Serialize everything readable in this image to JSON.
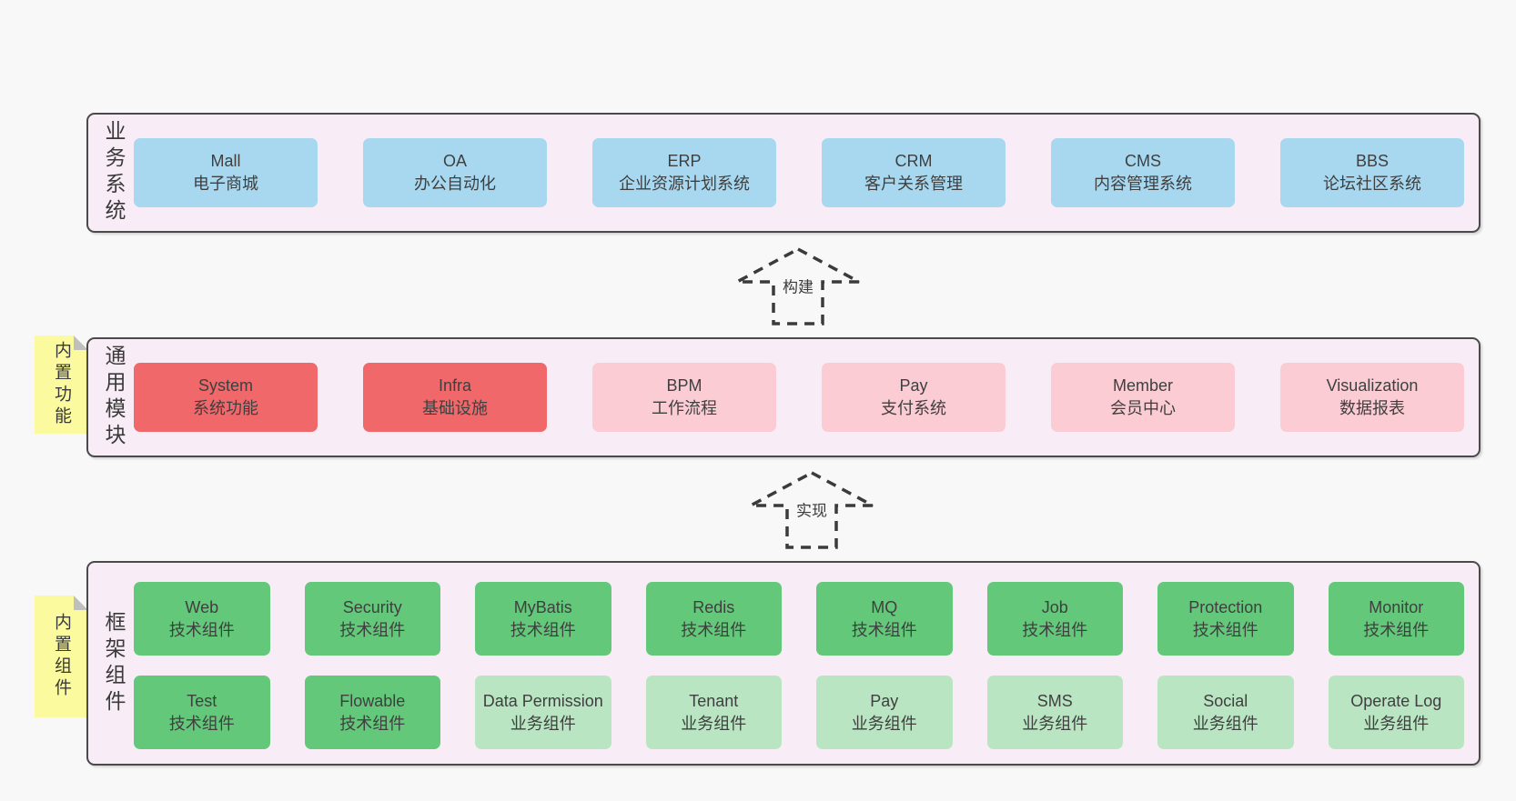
{
  "colors": {
    "page_bg": "#f8f8f8",
    "panel_bg": "#f8edf6",
    "panel_border": "#4a4a4a",
    "blue": "#a8d8f0",
    "red": "#f0686a",
    "pink": "#fbccd4",
    "green_dark": "#63c87a",
    "green_light": "#b9e5c2",
    "note_yellow": "#fbfa9e",
    "note_fold": "#bfbfbf",
    "text": "#3f3f3f"
  },
  "panels": {
    "business": {
      "label": "业务系统",
      "items": [
        {
          "name": "Mall",
          "desc": "电子商城",
          "variant": "blue"
        },
        {
          "name": "OA",
          "desc": "办公自动化",
          "variant": "blue"
        },
        {
          "name": "ERP",
          "desc": "企业资源计划系统",
          "variant": "blue"
        },
        {
          "name": "CRM",
          "desc": "客户关系管理",
          "variant": "blue"
        },
        {
          "name": "CMS",
          "desc": "内容管理系统",
          "variant": "blue"
        },
        {
          "name": "BBS",
          "desc": "论坛社区系统",
          "variant": "blue"
        }
      ]
    },
    "modules": {
      "label": "通用模块",
      "note": "内置功能",
      "items": [
        {
          "name": "System",
          "desc": "系统功能",
          "variant": "red"
        },
        {
          "name": "Infra",
          "desc": "基础设施",
          "variant": "red"
        },
        {
          "name": "BPM",
          "desc": "工作流程",
          "variant": "pink"
        },
        {
          "name": "Pay",
          "desc": "支付系统",
          "variant": "pink"
        },
        {
          "name": "Member",
          "desc": "会员中心",
          "variant": "pink"
        },
        {
          "name": "Visualization",
          "desc": "数据报表",
          "variant": "pink"
        }
      ]
    },
    "framework": {
      "label": "框架组件",
      "note": "内置组件",
      "rows": [
        [
          {
            "name": "Web",
            "desc": "技术组件",
            "variant": "green-dark"
          },
          {
            "name": "Security",
            "desc": "技术组件",
            "variant": "green-dark"
          },
          {
            "name": "MyBatis",
            "desc": "技术组件",
            "variant": "green-dark"
          },
          {
            "name": "Redis",
            "desc": "技术组件",
            "variant": "green-dark"
          },
          {
            "name": "MQ",
            "desc": "技术组件",
            "variant": "green-dark"
          },
          {
            "name": "Job",
            "desc": "技术组件",
            "variant": "green-dark"
          },
          {
            "name": "Protection",
            "desc": "技术组件",
            "variant": "green-dark"
          },
          {
            "name": "Monitor",
            "desc": "技术组件",
            "variant": "green-dark"
          }
        ],
        [
          {
            "name": "Test",
            "desc": "技术组件",
            "variant": "green-dark"
          },
          {
            "name": "Flowable",
            "desc": "技术组件",
            "variant": "green-dark"
          },
          {
            "name": "Data Permission",
            "desc": "业务组件",
            "variant": "green-light"
          },
          {
            "name": "Tenant",
            "desc": "业务组件",
            "variant": "green-light"
          },
          {
            "name": "Pay",
            "desc": "业务组件",
            "variant": "green-light"
          },
          {
            "name": "SMS",
            "desc": "业务组件",
            "variant": "green-light"
          },
          {
            "name": "Social",
            "desc": "业务组件",
            "variant": "green-light"
          },
          {
            "name": "Operate Log",
            "desc": "业务组件",
            "variant": "green-light"
          }
        ]
      ]
    }
  },
  "arrows": {
    "build": {
      "label": "构建"
    },
    "implement": {
      "label": "实现"
    }
  }
}
